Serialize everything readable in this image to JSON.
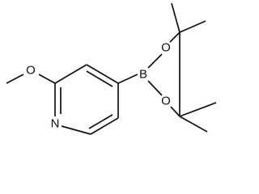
{
  "structure": {
    "atoms": [
      {
        "id": "n1",
        "label": "N"
      },
      {
        "id": "o_methoxy",
        "label": "O"
      },
      {
        "id": "b1",
        "label": "B"
      },
      {
        "id": "o_ring_top",
        "label": "O"
      },
      {
        "id": "o_ring_bottom",
        "label": "O"
      }
    ]
  }
}
